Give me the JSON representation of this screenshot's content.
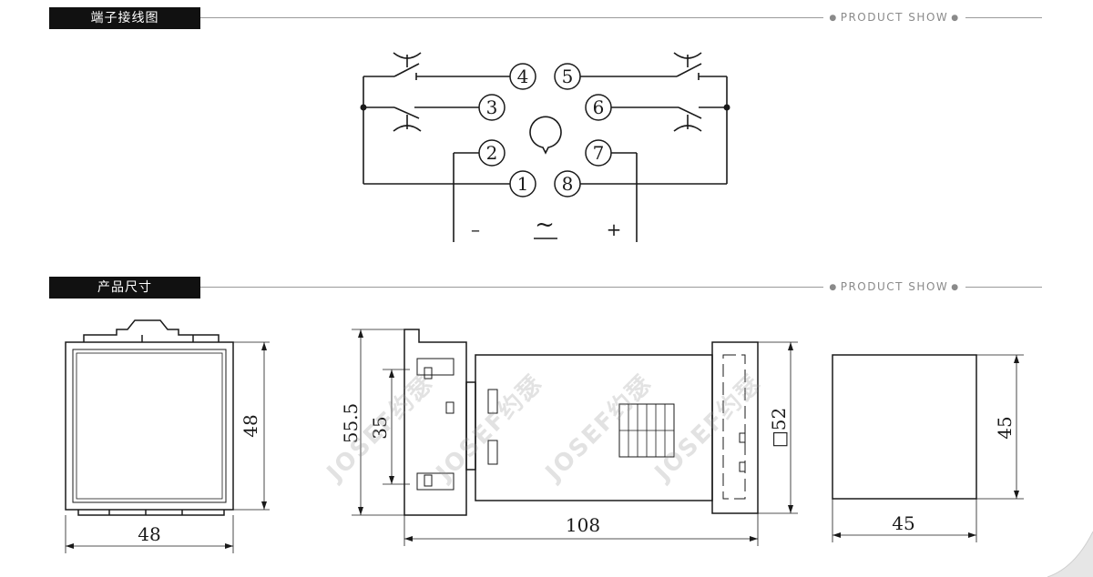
{
  "sections": [
    {
      "title": "端子接线图",
      "tagline": "PRODUCT SHOW"
    },
    {
      "title": "产品尺寸",
      "tagline": "PRODUCT SHOW"
    }
  ],
  "wiring": {
    "terminals": [
      "1",
      "2",
      "3",
      "4",
      "5",
      "6",
      "7",
      "8"
    ],
    "supply": {
      "minus": "–",
      "ac": "~",
      "plus": "+"
    }
  },
  "dimensions": {
    "front_width": "48",
    "front_height": "48",
    "side_height_outer": "55.5",
    "side_height_inner": "35",
    "side_length": "108",
    "side_square": "□52",
    "cutout_width": "45",
    "cutout_height": "45"
  },
  "watermark": "JOSEF约瑟",
  "colors": {
    "ink": "#1a1a1a",
    "tag_bg": "#111111",
    "rule": "#9a9a9a"
  }
}
